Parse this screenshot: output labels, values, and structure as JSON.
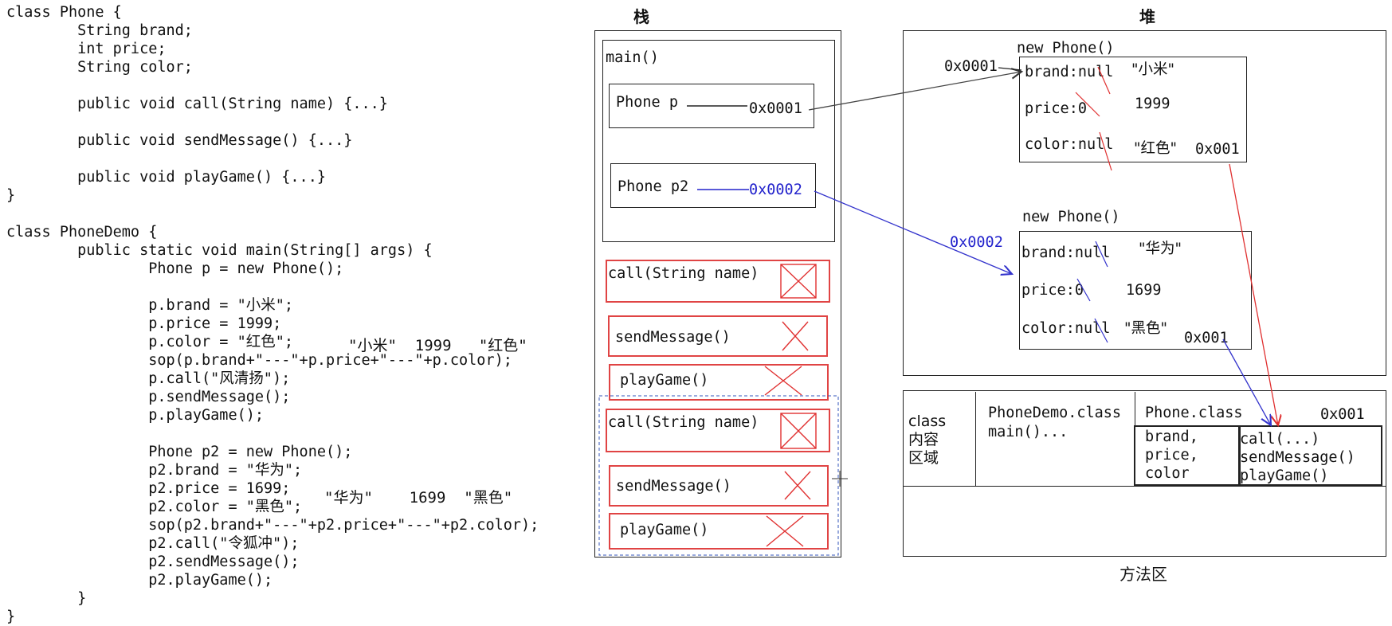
{
  "code_lines": [
    "class Phone {",
    "        String brand;",
    "        int price;",
    "        String color;",
    "",
    "        public void call(String name) {...}",
    "",
    "        public void sendMessage() {...}",
    "",
    "        public void playGame() {...}",
    "}",
    "",
    "class PhoneDemo {",
    "        public static void main(String[] args) {",
    "                Phone p = new Phone();",
    "",
    "                p.brand = \"小米\";",
    "                p.price = 1999;",
    "                p.color = \"红色\";",
    "                sop(p.brand+\"---\"+p.price+\"---\"+p.color);",
    "                p.call(\"风清扬\");",
    "                p.sendMessage();",
    "                p.playGame();",
    "",
    "                Phone p2 = new Phone();",
    "                p2.brand = \"华为\";",
    "                p2.price = 1699;",
    "                p2.color = \"黑色\";",
    "                sop(p2.brand+\"---\"+p2.price+\"---\"+p2.color);",
    "                p2.call(\"令狐冲\");",
    "                p2.sendMessage();",
    "                p2.playGame();",
    "        }",
    "}"
  ],
  "outputs": {
    "p_line": "\"小米\"  1999   \"红色\"",
    "p2_line": "\"华为\"    1699  \"黑色\""
  },
  "stack": {
    "title": "栈",
    "frame_label": "main()",
    "var_p": "Phone p",
    "var_p_addr": "0x0001",
    "var_p2": "Phone p2",
    "var_p2_addr": "0x0002",
    "methods": [
      "call(String name)",
      "sendMessage()",
      "playGame()",
      "call(String name)",
      "sendMessage()",
      "playGame()"
    ]
  },
  "heap": {
    "title": "堆",
    "obj1": {
      "header": "new Phone()",
      "addr": "0x0001",
      "brand": "brand:null",
      "brand_val": "\"小米\"",
      "price": "price:0",
      "price_val": "1999",
      "color": "color:null",
      "color_val": "\"红色\"",
      "method_ref": "0x001"
    },
    "obj2": {
      "header": "new Phone()",
      "addr": "0x0002",
      "brand": "brand:null",
      "brand_val": "\"华为\"",
      "price": "price:0",
      "price_val": "1699",
      "color": "color:null",
      "color_val": "\"黑色\"",
      "method_ref": "0x001"
    }
  },
  "method_area": {
    "title": "方法区",
    "class_area_label": "class\n内容\n区域",
    "demo_class": "PhoneDemo.class",
    "demo_main": "main()...",
    "phone_class": "Phone.class",
    "phone_addr": "0x001",
    "fields": "brand,\nprice,\ncolor",
    "methods": "call(...)\nsendMessage()\nplayGame()"
  }
}
